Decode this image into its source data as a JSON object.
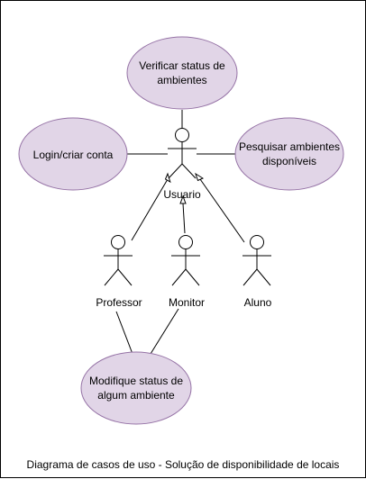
{
  "colors": {
    "usecase_fill": "#e1d5e7",
    "usecase_stroke": "#9673a6",
    "line": "#000000",
    "background": "#ffffff"
  },
  "usecases": {
    "verificar": [
      "Verificar status de",
      "ambientes"
    ],
    "login": [
      "Login/criar conta"
    ],
    "pesquisar": [
      "Pesquisar ambientes",
      "disponíveis"
    ],
    "modifique": [
      "Modifique status de",
      "algum ambiente"
    ]
  },
  "actors": {
    "usuario": "Usuario",
    "professor": "Professor",
    "monitor": "Monitor",
    "aluno": "Aluno"
  },
  "caption": "Diagrama de casos de uso - Solução de disponibilidade de locais"
}
